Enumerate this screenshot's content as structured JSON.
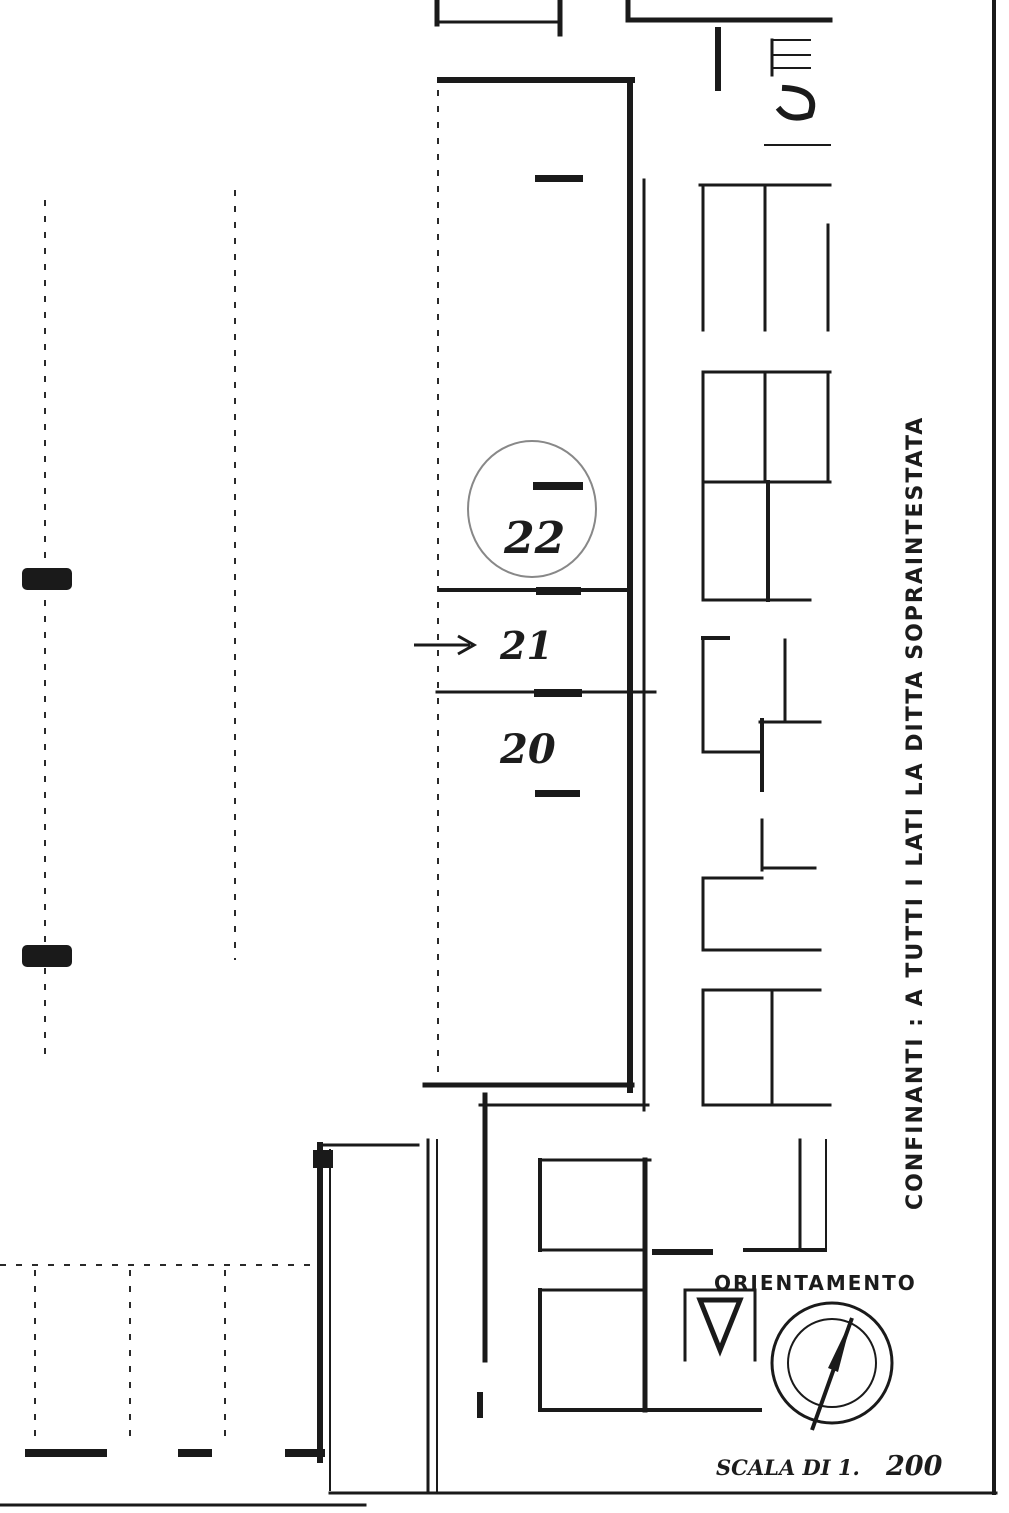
{
  "plan": {
    "units": [
      {
        "id": "22",
        "label": "22",
        "circled": true
      },
      {
        "id": "21",
        "label": "21",
        "arrow": true
      },
      {
        "id": "20",
        "label": "20"
      }
    ],
    "boundary_note": "CONFINANTI : A TUTTI I LATI LA DITTA SOPRAINTESTATA",
    "orientation_label": "ORIENTAMENTO",
    "scale": {
      "prefix": "SCALA DI 1.",
      "value": "200"
    }
  }
}
